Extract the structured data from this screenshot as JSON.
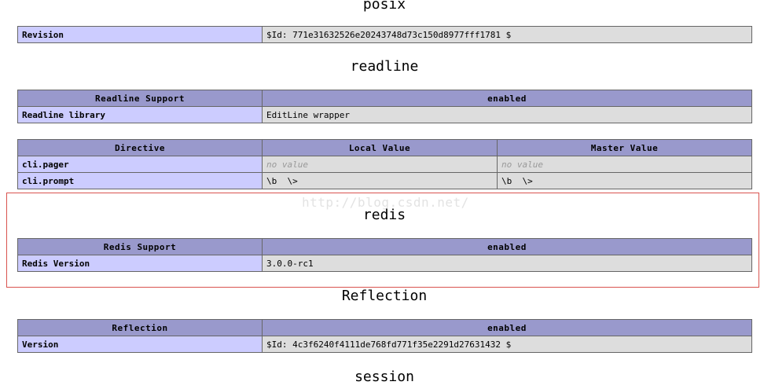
{
  "watermark": "http://blog.csdn.net/",
  "sections": {
    "posix": {
      "title": "posix",
      "rows": [
        {
          "key": "Revision",
          "value": "$Id: 771e31632526e20243748d73c150d8977fff1781 $"
        }
      ]
    },
    "readline": {
      "title": "readline",
      "support_table": {
        "header": [
          "Readline Support",
          "enabled"
        ],
        "rows": [
          {
            "key": "Readline library",
            "value": "EditLine wrapper"
          }
        ]
      },
      "directive_table": {
        "header": [
          "Directive",
          "Local Value",
          "Master Value"
        ],
        "rows": [
          {
            "key": "cli.pager",
            "local": "no value",
            "master": "no value"
          },
          {
            "key": "cli.prompt",
            "local": "\\b  \\>",
            "master": "\\b  \\>"
          }
        ]
      }
    },
    "redis": {
      "title": "redis",
      "header": [
        "Redis Support",
        "enabled"
      ],
      "rows": [
        {
          "key": "Redis Version",
          "value": "3.0.0-rc1"
        }
      ]
    },
    "reflection": {
      "title": "Reflection",
      "header": [
        "Reflection",
        "enabled"
      ],
      "rows": [
        {
          "key": "Version",
          "value": "$Id: 4c3f6240f4111de768fd771f35e2291d27631432 $"
        }
      ]
    },
    "session": {
      "title": "session"
    }
  }
}
